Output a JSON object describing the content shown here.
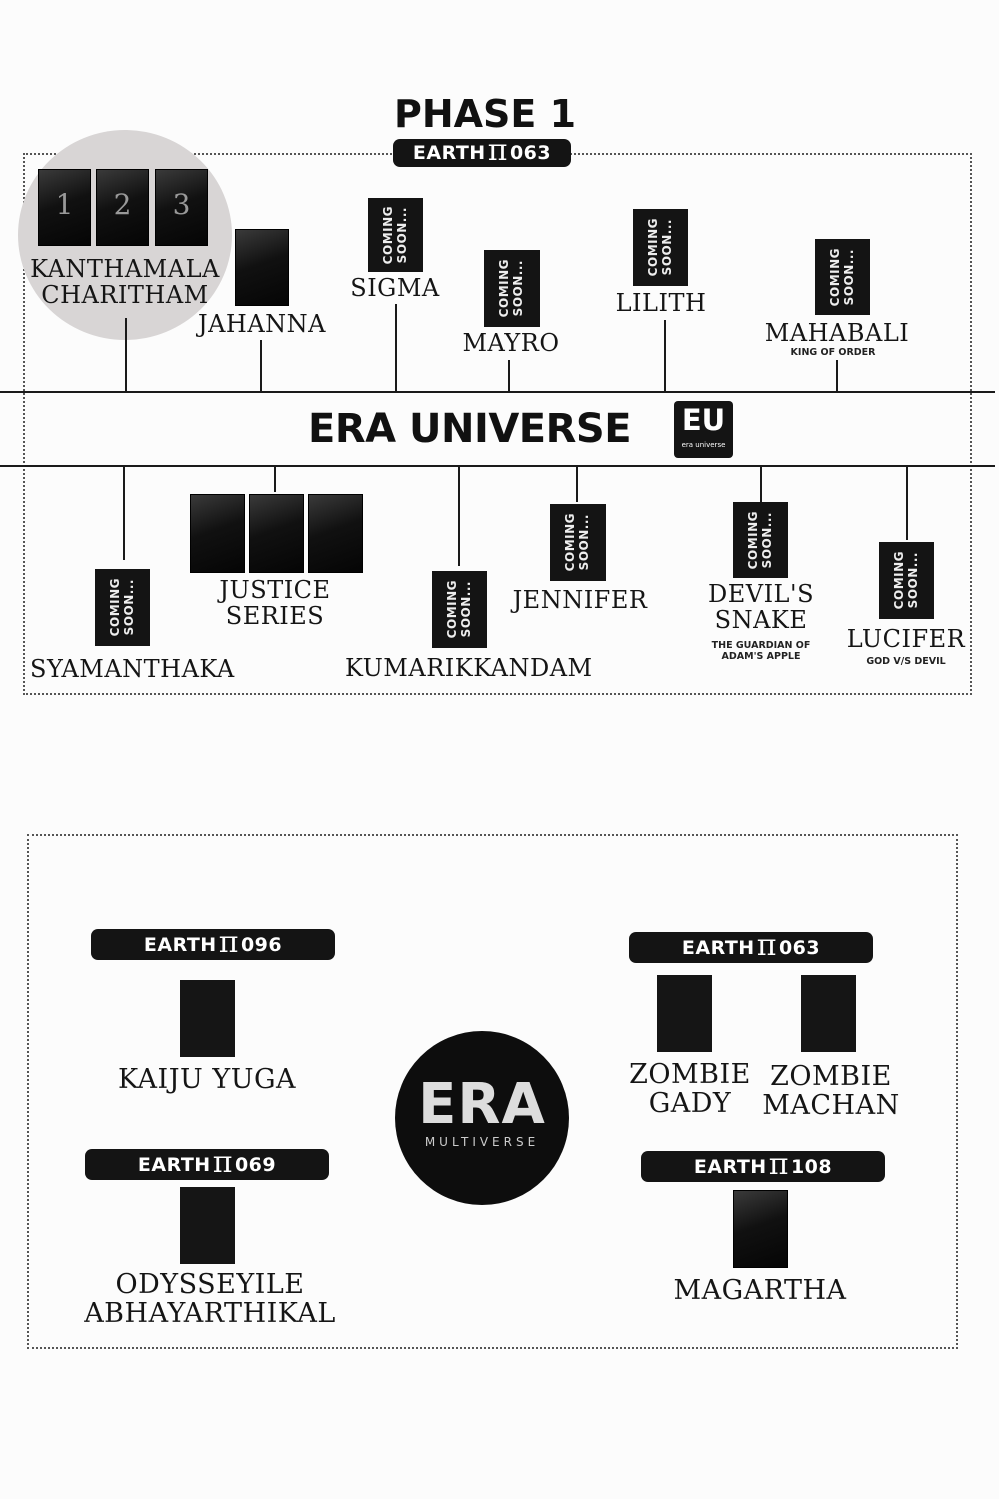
{
  "phase_title": "PHASE 1",
  "earth_labels": {
    "top": {
      "prefix": "EARTH",
      "symbol": "π",
      "num": "063"
    },
    "e096": {
      "prefix": "EARTH",
      "symbol": "π",
      "num": "096"
    },
    "e063": {
      "prefix": "EARTH",
      "symbol": "π",
      "num": "063"
    },
    "e069": {
      "prefix": "EARTH",
      "symbol": "π",
      "num": "069"
    },
    "e108": {
      "prefix": "EARTH",
      "symbol": "π",
      "num": "108"
    }
  },
  "universe": {
    "title": "ERA UNIVERSE",
    "logo_letters": "EU",
    "logo_caption": "era universe"
  },
  "coming_soon": "COMING\nSOON...",
  "top_items": {
    "kanthamala": {
      "line1": "KANTHAMALA",
      "line2": "CHARITHAM",
      "books": [
        "1",
        "2",
        "3"
      ]
    },
    "jahanna": {
      "name": "JAHANNA"
    },
    "sigma": {
      "name": "SIGMA"
    },
    "mayro": {
      "name": "MAYRO"
    },
    "lilith": {
      "name": "LILITH"
    },
    "mahabali": {
      "name": "MAHABALI",
      "sub": "KING OF ORDER"
    }
  },
  "bottom_items": {
    "syamanthaka": {
      "name": "SYAMANTHAKA"
    },
    "justice": {
      "line1": "JUSTICE",
      "line2": "SERIES"
    },
    "kumarikkandam": {
      "name": "KUMARIKKANDAM"
    },
    "jennifer": {
      "name": "JENNIFER"
    },
    "devils_snake": {
      "line1": "DEVIL'S",
      "line2": "SNAKE",
      "sub1": "THE GUARDIAN OF",
      "sub2": "ADAM'S APPLE"
    },
    "lucifer": {
      "name": "LUCIFER",
      "sub": "GOD V/S DEVIL"
    }
  },
  "multiverse": {
    "logo_text": "ERA",
    "logo_sub": "MULTIVERSE",
    "kaiju": {
      "name": "KAIJU YUGA"
    },
    "odyssey": {
      "line1": "ODYSSEYILE",
      "line2": "ABHAYARTHIKAL"
    },
    "zombie_gady": {
      "line1": "ZOMBIE",
      "line2": "GADY"
    },
    "zombie_machan": {
      "line1": "ZOMBIE",
      "line2": "MACHAN"
    },
    "magartha": {
      "name": "MAGARTHA"
    }
  }
}
